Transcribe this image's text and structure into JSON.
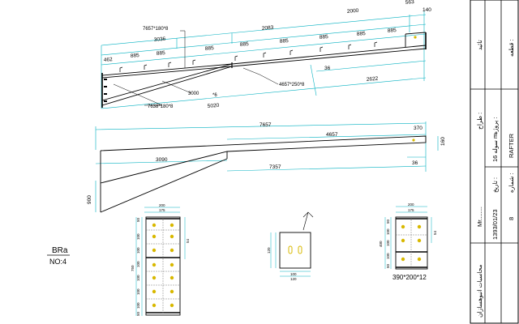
{
  "rafter_top": {
    "dims_top": [
      "3036",
      "2083",
      "2000",
      "563",
      "140"
    ],
    "dims_segments": [
      "462",
      "885",
      "885",
      "885",
      "885",
      "885",
      "885",
      "885",
      "885"
    ],
    "dims_bottom": [
      "36",
      "2622",
      "5020"
    ],
    "labels": {
      "top_flange_left": "7657*180*8",
      "web": "3000",
      "web_suffix": "*6",
      "bottom_flange": "7638*180*8",
      "top_flange_right": "4657*250*8"
    }
  },
  "rafter_side": {
    "dims": [
      "7657",
      "4657",
      "3090",
      "7357",
      "370",
      "36",
      "900",
      "160"
    ]
  },
  "plates": {
    "left_widths": [
      "200",
      "175"
    ],
    "left_heights": [
      "50",
      "100",
      "100",
      "100",
      "100",
      "100",
      "100",
      "50"
    ],
    "left_total": "750",
    "left_side": "54",
    "center_dims": [
      "100",
      "120",
      "120"
    ],
    "right_widths": [
      "200",
      "175"
    ],
    "right_heights": [
      "50",
      "100",
      "100",
      "100",
      "50"
    ],
    "right_total": "400",
    "right_side": "54",
    "right_caption": "390*200*12"
  },
  "mark": {
    "name": "BRa",
    "number": "NO:4"
  },
  "title_block": {
    "project_label": "پروژه :",
    "project_value": "سوله 16 m",
    "drawn_label": "طراح :",
    "drawn_value": "Mr........",
    "date_label": "تاریخ :",
    "date_value": "1393/01/23",
    "part_label": "قطعه :",
    "part_value": "RAFTER",
    "sheet_label": "شماره :",
    "sheet_value": "8",
    "company": "محاسبات انبوهسازان",
    "stamp": "تائید"
  },
  "colors": {
    "structure": "#000000",
    "dimension": "#00b0c0",
    "hole": "#d8b800",
    "frame": "#7a7a7a"
  }
}
